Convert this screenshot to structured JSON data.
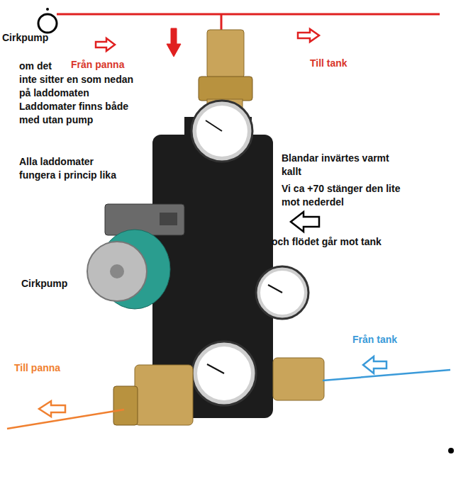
{
  "diagram": {
    "labels": [
      "Cirkpump",
      "om det inte sitter en som nedan på laddomaten Laddomater finns både med utan pump",
      "Från panna",
      "Till tank",
      "Alla laddomater fungera i princip lika",
      "Blandar invärtes varmt kallt",
      "Vi ca +70 stänger den lite mot nederdel",
      "och flödet går mot tank",
      "Cirkpump",
      "Från tank",
      "Till panna"
    ]
  }
}
